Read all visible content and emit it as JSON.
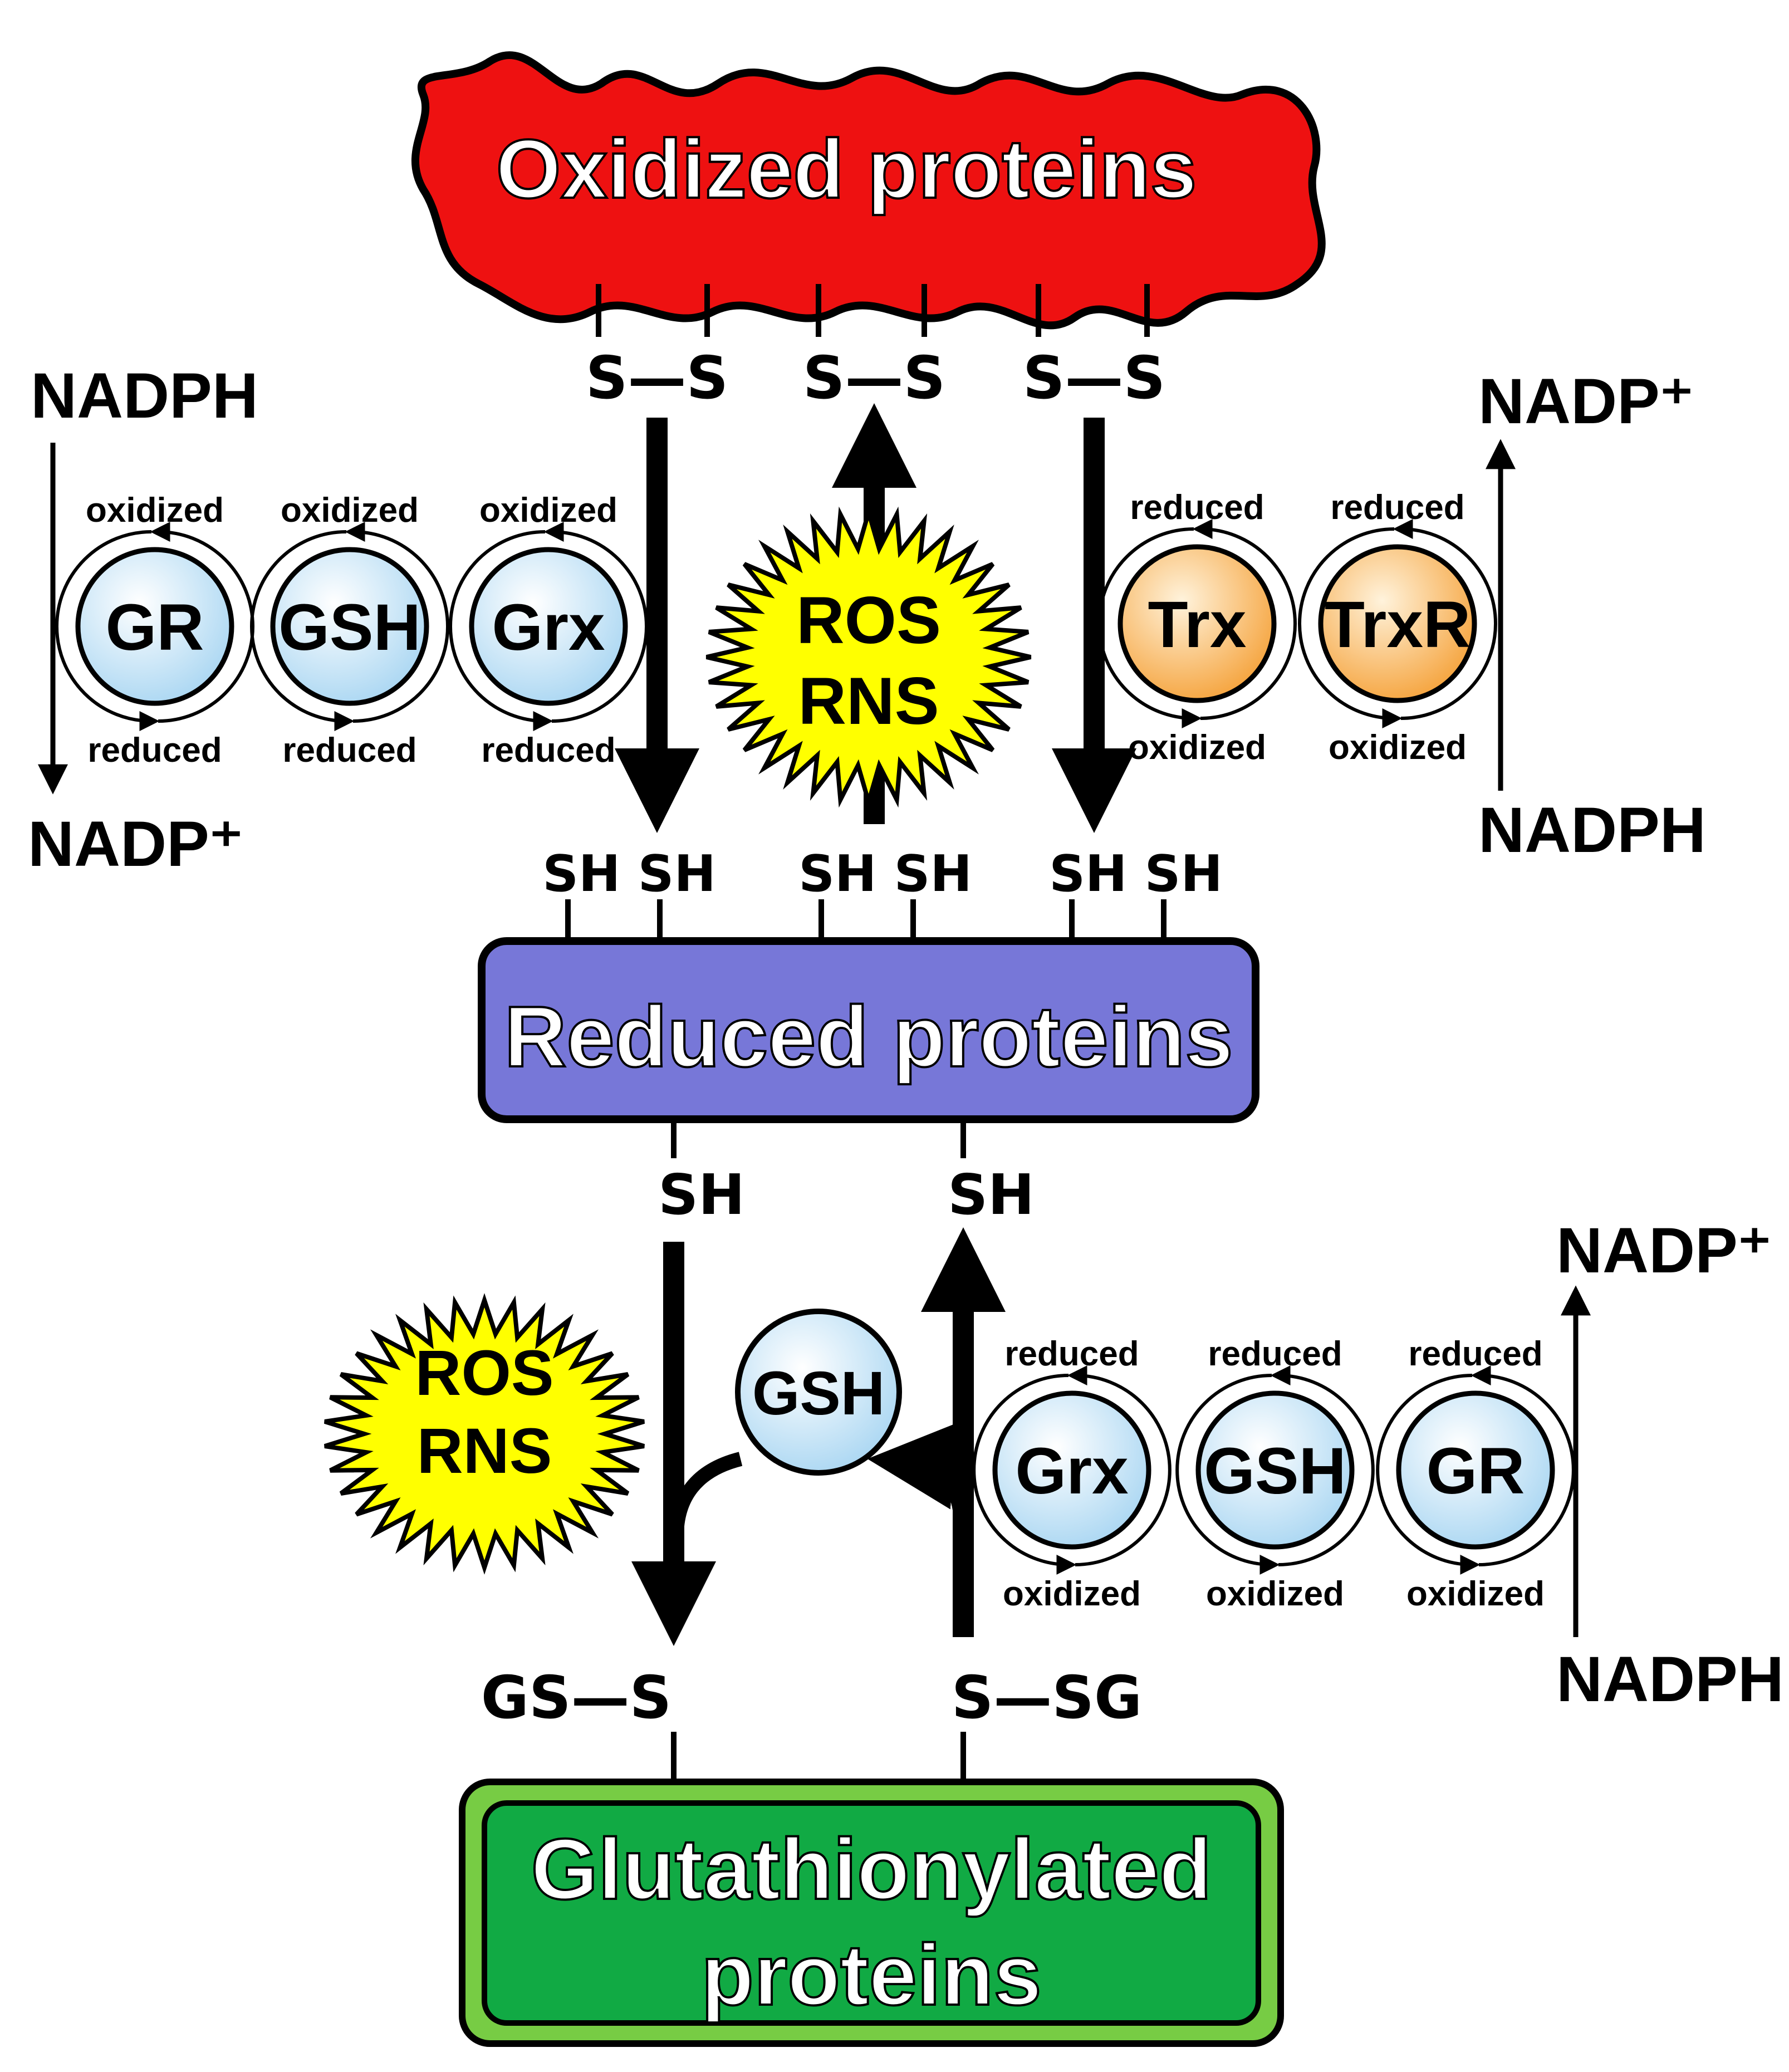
{
  "boxes": {
    "oxidized": "Oxidized proteins",
    "reduced": "Reduced proteins",
    "glutathionylated_line1": "Glutathionylated",
    "glutathionylated_line2": "proteins"
  },
  "bonds": {
    "disulfide": [
      "S—S",
      "S—S",
      "S—S"
    ],
    "thiols": [
      "SH SH",
      "SH SH",
      "SH SH"
    ],
    "sh_lower_left": "SH",
    "sh_lower_right": "SH",
    "gs_s": "GS—S",
    "s_sg": "S—SG"
  },
  "stress": {
    "upper": {
      "line1": "ROS",
      "line2": "RNS"
    },
    "lower": {
      "line1": "ROS",
      "line2": "RNS"
    }
  },
  "left_cycle": {
    "top_cofactor": "NADPH",
    "bottom_cofactor": "NADP⁺",
    "enzymes": [
      "GR",
      "GSH",
      "Grx"
    ],
    "top_labels": [
      "oxidized",
      "oxidized",
      "oxidized"
    ],
    "bottom_labels": [
      "reduced",
      "reduced",
      "reduced"
    ]
  },
  "right_cycle": {
    "top_cofactor": "NADP⁺",
    "bottom_cofactor": "NADPH",
    "enzymes": [
      "Trx",
      "TrxR"
    ],
    "top_labels": [
      "reduced",
      "reduced"
    ],
    "bottom_labels": [
      "oxidized",
      "oxidized"
    ]
  },
  "lower_cycle": {
    "free_gsh": "GSH",
    "top_cofactor": "NADP⁺",
    "bottom_cofactor": "NADPH",
    "enzymes": [
      "Grx",
      "GSH",
      "GR"
    ],
    "top_labels": [
      "reduced",
      "reduced",
      "reduced"
    ],
    "bottom_labels": [
      "oxidized",
      "oxidized",
      "oxidized"
    ]
  },
  "colors": {
    "oxidized_fill": "#ee1111",
    "reduced_fill": "#7777d8",
    "glut_fill": "#11aa44",
    "glut_outer": "#77cc44",
    "blue_enzyme": "#cfe8f8",
    "orange_enzyme": "#f7b04a",
    "starburst": "#ffff00"
  }
}
